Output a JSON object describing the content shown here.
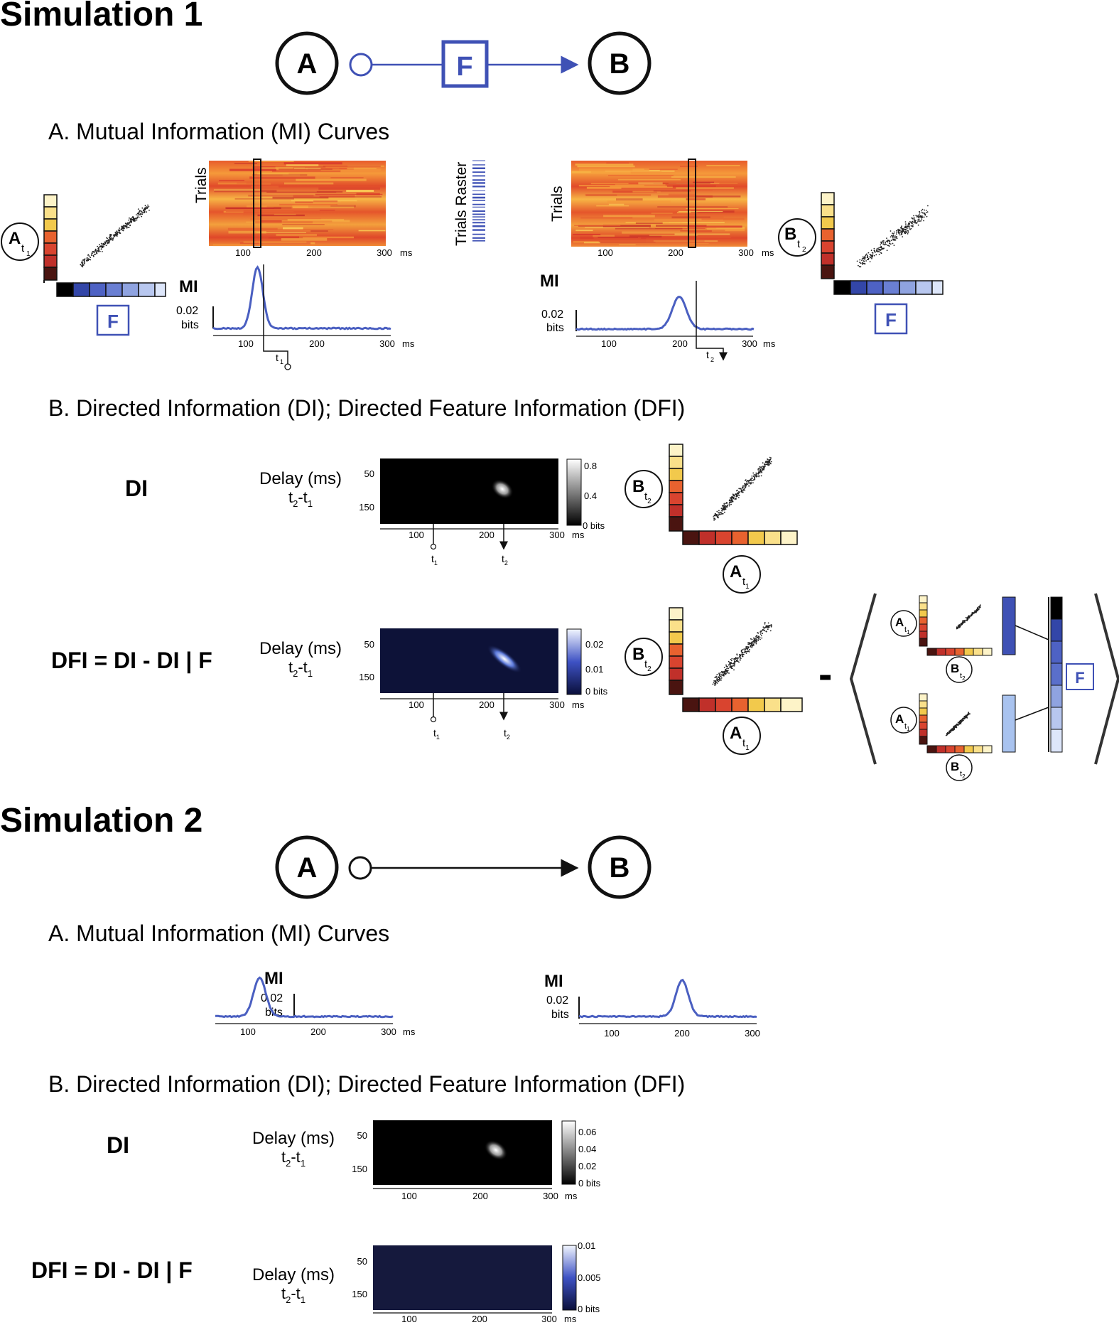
{
  "sim1": {
    "title": "Simulation 1",
    "node_a": "A",
    "node_f": "F",
    "node_b": "B",
    "sectionA": "A. Mutual Information (MI) Curves",
    "sectionB": "B. Directed Information (DI); Directed Feature Information (DFI)",
    "trials": "Trials",
    "trials_raster": "Trials Raster",
    "ms": "ms",
    "mi": "MI",
    "mi_val": "0.02",
    "bits": "bits",
    "feature_f": "F",
    "ticks": [
      "100",
      "200",
      "300"
    ],
    "di_label": "DI",
    "dfi_label": "DFI = DI - DI | F",
    "delay": "Delay (ms)",
    "delay_ticks": [
      "50",
      "150"
    ],
    "di_cbar": [
      "0.8",
      "0.4",
      "0 bits"
    ],
    "dfi_cbar": [
      "0.02",
      "0.01",
      "0  bits"
    ],
    "minus": "-"
  },
  "sim2": {
    "title": "Simulation 2",
    "node_a": "A",
    "node_b": "B",
    "sectionA": "A. Mutual Information (MI) Curves",
    "sectionB": "B. Directed Information (DI); Directed Feature Information (DFI)",
    "mi": "MI",
    "mi_val": "0.02",
    "bits": "bits",
    "ms": "ms",
    "ticks": [
      "100",
      "200",
      "300"
    ],
    "di_label": "DI",
    "dfi_label": "DFI = DI - DI | F",
    "delay": "Delay (ms)",
    "delay_ticks": [
      "50",
      "150"
    ],
    "di_cbar": [
      "0.06",
      "0.04",
      "0.02",
      "0 bits"
    ],
    "dfi_cbar": [
      "0.01",
      "0.005",
      "0 bits"
    ]
  },
  "colors": {
    "blue": "#3f51b5",
    "line_blue": "#4a5fc1",
    "heat": [
      "#4a1410",
      "#c0302a",
      "#d9442f",
      "#e8622f",
      "#f2c94c",
      "#fae08a",
      "#fdf3c8"
    ],
    "feature_blues": [
      "#000000",
      "#3346a8",
      "#4e62c4",
      "#6a7fd3",
      "#8fa3e0",
      "#b8c7ef",
      "#dde6fa"
    ]
  }
}
